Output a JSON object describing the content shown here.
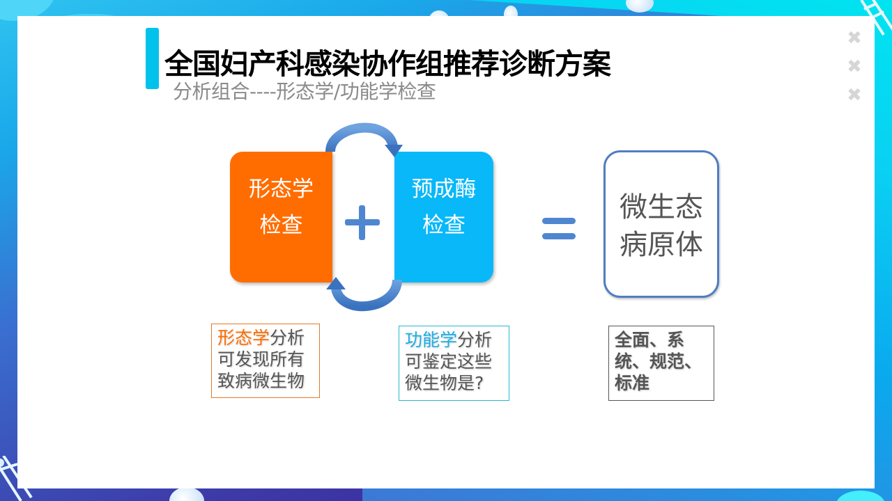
{
  "slide": {
    "title": "全国妇产科感染协作组推荐诊断方案",
    "subtitle": "分析组合----形态学/功能学检查",
    "colors": {
      "title_accent": "#00c2ec",
      "orange": "#ff6d00",
      "blue": "#08b8f8",
      "operator": "#4f86d0",
      "result_border": "#4f7ec2"
    }
  },
  "decor": {
    "close_marks": [
      "✖",
      "✖",
      "✖"
    ]
  },
  "diagram": {
    "left_box": {
      "line1": "形态学",
      "line2": "检查"
    },
    "operator_plus": "+",
    "right_box": {
      "line1": "预成酶",
      "line2": "检查"
    },
    "operator_equals": "=",
    "result_box": {
      "line1": "微生态",
      "line2": "病原体"
    },
    "cycle_icon": "circular-arrows-icon"
  },
  "notes": [
    {
      "highlight": "形态学",
      "rest_line1": "分析",
      "line2": "可发现所有",
      "line3": "致病微生物"
    },
    {
      "highlight": "功能学",
      "rest_line1": "分析",
      "line2": "可鉴定这些",
      "line3": "微生物是?"
    },
    {
      "line1": "全面、系",
      "line2": "统、规范、",
      "line3": "标准"
    }
  ]
}
